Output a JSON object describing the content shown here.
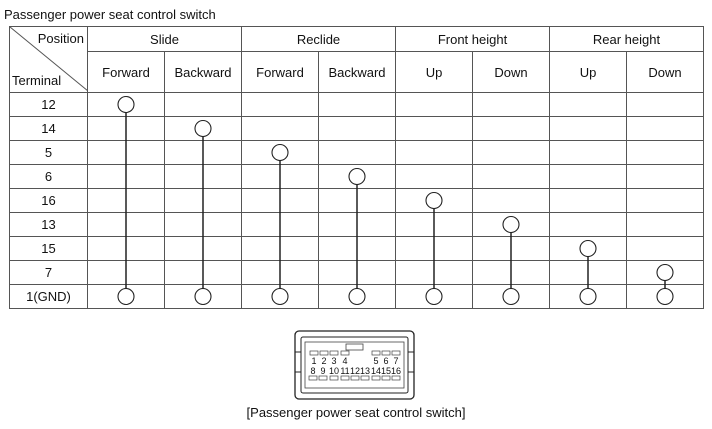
{
  "title": "Passenger power seat control switch",
  "caption": "[Passenger power seat control switch]",
  "corner": {
    "position": "Position",
    "terminal": "Terminal"
  },
  "groups": [
    "Slide",
    "Reclide",
    "Front height",
    "Rear height"
  ],
  "columns": [
    "Forward",
    "Backward",
    "Forward",
    "Backward",
    "Up",
    "Down",
    "Up",
    "Down"
  ],
  "terminals": [
    "12",
    "14",
    "5",
    "6",
    "16",
    "13",
    "15",
    "7",
    "1(GND)"
  ],
  "connections": [
    {
      "column": 0,
      "from": "12",
      "to": "1(GND)"
    },
    {
      "column": 1,
      "from": "14",
      "to": "1(GND)"
    },
    {
      "column": 2,
      "from": "5",
      "to": "1(GND)"
    },
    {
      "column": 3,
      "from": "6",
      "to": "1(GND)"
    },
    {
      "column": 4,
      "from": "16",
      "to": "1(GND)"
    },
    {
      "column": 5,
      "from": "13",
      "to": "1(GND)"
    },
    {
      "column": 6,
      "from": "15",
      "to": "1(GND)"
    },
    {
      "column": 7,
      "from": "7",
      "to": "1(GND)"
    }
  ],
  "connector": {
    "top_pins": [
      "1",
      "2",
      "3",
      "4",
      "5",
      "6",
      "7"
    ],
    "bottom_pins": [
      "8",
      "9",
      "10",
      "11",
      "12",
      "13",
      "14",
      "15",
      "16"
    ]
  }
}
